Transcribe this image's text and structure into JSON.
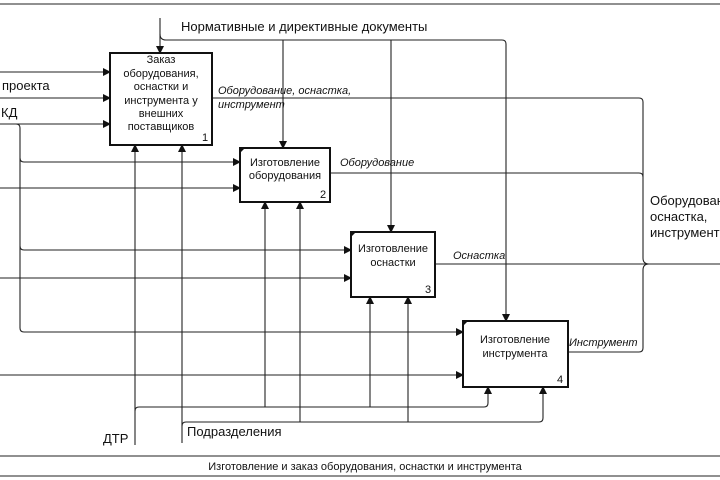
{
  "controls": {
    "regulations": "Нормативные и директивные документы"
  },
  "inputs": {
    "project": "проекта",
    "kd": "КД"
  },
  "mechanisms": {
    "dtr": "ДТР",
    "departments": "Подразделения"
  },
  "boxes": [
    {
      "lines": [
        "Заказ",
        "оборудования,",
        "оснастки и",
        "инструмента у",
        "внешних",
        "поставщиков"
      ],
      "number": "1"
    },
    {
      "lines": [
        "Изготовление",
        "оборудования"
      ],
      "number": "2"
    },
    {
      "lines": [
        "Изготовление",
        "оснастки"
      ],
      "number": "3"
    },
    {
      "lines": [
        "Изготовление",
        "инструмента"
      ],
      "number": "4"
    }
  ],
  "outputs": {
    "ordered": [
      "Оборудование, оснастка,",
      "инструмент"
    ],
    "equipment": "Оборудование",
    "tooling": "Оснастка",
    "instrument": "Инструмент",
    "final": [
      "Оборудование,",
      "оснастка,",
      "инструмент"
    ]
  },
  "footer": {
    "title": "Изготовление и заказ оборудования, оснастки и инструмента"
  }
}
